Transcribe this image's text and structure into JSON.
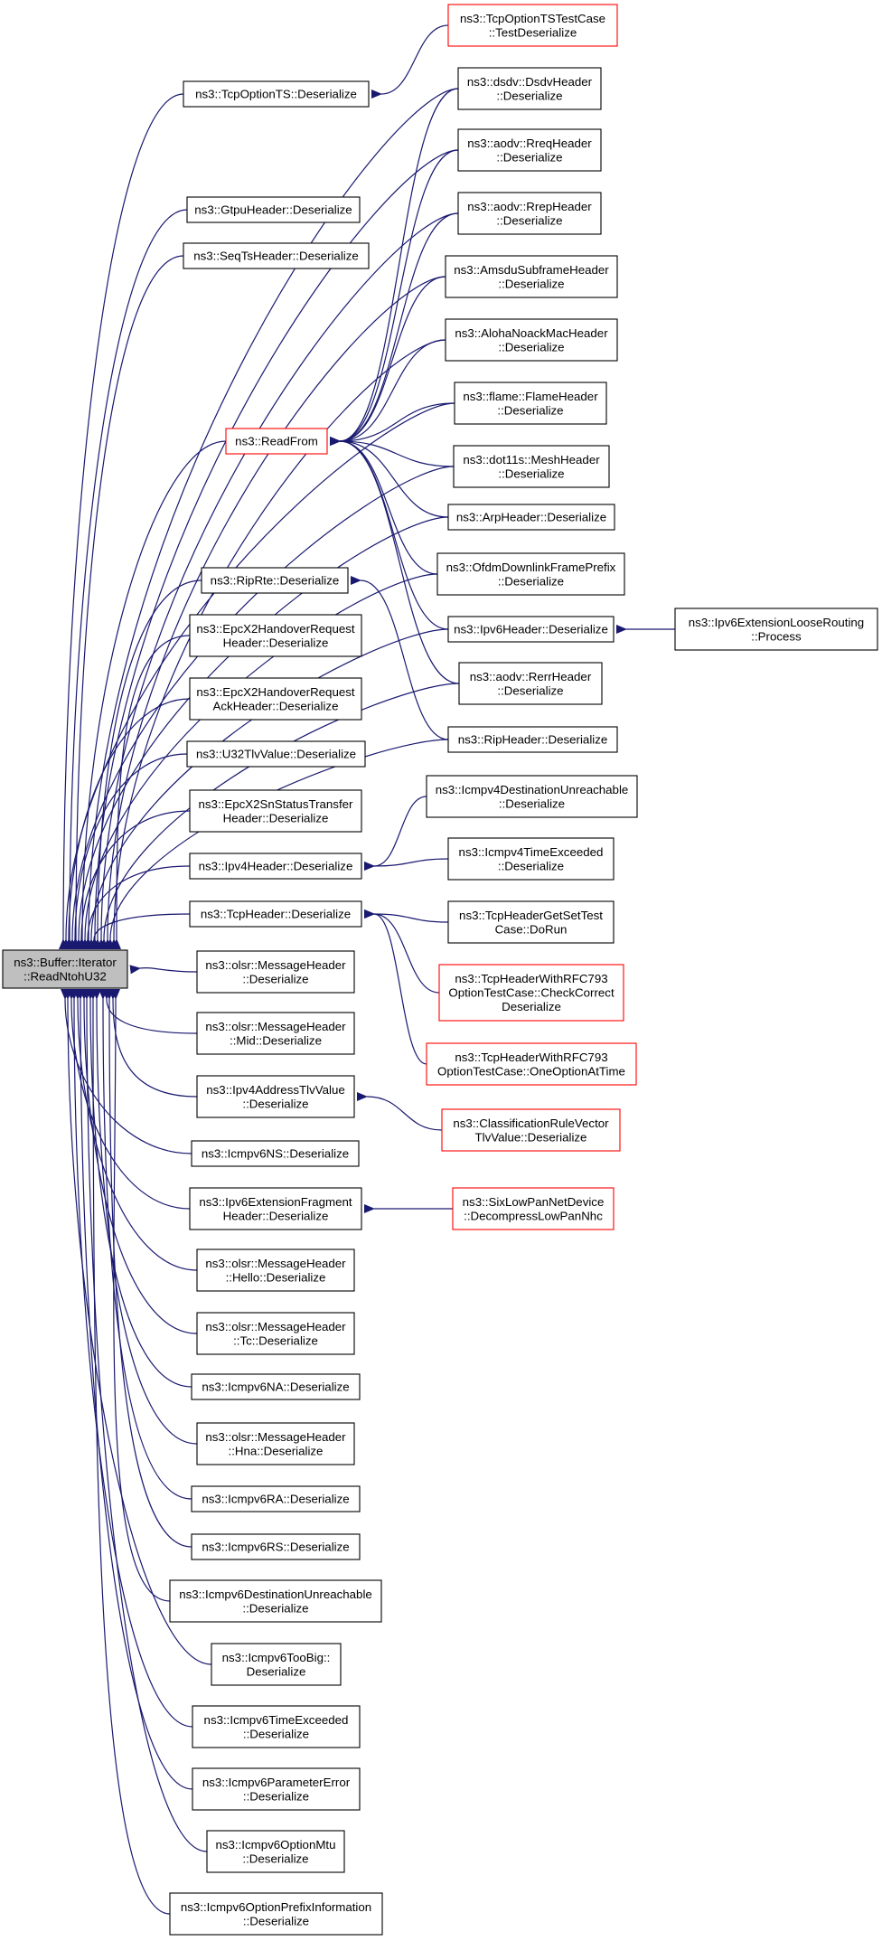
{
  "nodes": {
    "root": [
      "ns3::Buffer::Iterator",
      "::ReadNtohU32"
    ],
    "tcpts": [
      "ns3::TcpOptionTS::Deserialize"
    ],
    "tcptstest": [
      "ns3::TcpOptionTSTestCase",
      "::TestDeserialize"
    ],
    "gtpu": [
      "ns3::GtpuHeader::Deserialize"
    ],
    "seqts": [
      "ns3::SeqTsHeader::Deserialize"
    ],
    "readfrom": [
      "ns3::ReadFrom"
    ],
    "dsdv": [
      "ns3::dsdv::DsdvHeader",
      "::Deserialize"
    ],
    "rreq": [
      "ns3::aodv::RreqHeader",
      "::Deserialize"
    ],
    "rrep": [
      "ns3::aodv::RrepHeader",
      "::Deserialize"
    ],
    "amsdu": [
      "ns3::AmsduSubframeHeader",
      "::Deserialize"
    ],
    "aloha": [
      "ns3::AlohaNoackMacHeader",
      "::Deserialize"
    ],
    "flame": [
      "ns3::flame::FlameHeader",
      "::Deserialize"
    ],
    "mesh": [
      "ns3::dot11s::MeshHeader",
      "::Deserialize"
    ],
    "arp": [
      "ns3::ArpHeader::Deserialize"
    ],
    "ofdm": [
      "ns3::OfdmDownlinkFramePrefix",
      "::Deserialize"
    ],
    "ipv6h": [
      "ns3::Ipv6Header::Deserialize"
    ],
    "ipv6ext": [
      "ns3::Ipv6ExtensionLooseRouting",
      "::Process"
    ],
    "riprte": [
      "ns3::RipRte::Deserialize"
    ],
    "rerr": [
      "ns3::aodv::RerrHeader",
      "::Deserialize"
    ],
    "riph": [
      "ns3::RipHeader::Deserialize"
    ],
    "epcreq": [
      "ns3::EpcX2HandoverRequest",
      "Header::Deserialize"
    ],
    "epcack": [
      "ns3::EpcX2HandoverRequest",
      "AckHeader::Deserialize"
    ],
    "u32tlv": [
      "ns3::U32TlvValue::Deserialize"
    ],
    "epcsn": [
      "ns3::EpcX2SnStatusTransfer",
      "Header::Deserialize"
    ],
    "ipv4h": [
      "ns3::Ipv4Header::Deserialize"
    ],
    "icmp4du": [
      "ns3::Icmpv4DestinationUnreachable",
      "::Deserialize"
    ],
    "icmp4te": [
      "ns3::Icmpv4TimeExceeded",
      "::Deserialize"
    ],
    "tcph": [
      "ns3::TcpHeader::Deserialize"
    ],
    "tcpgetset": [
      "ns3::TcpHeaderGetSetTest",
      "Case::DoRun"
    ],
    "tcp793a": [
      "ns3::TcpHeaderWithRFC793",
      "OptionTestCase::CheckCorrect",
      "Deserialize"
    ],
    "tcp793b": [
      "ns3::TcpHeaderWithRFC793",
      "OptionTestCase::OneOptionAtTime"
    ],
    "olsrmsg": [
      "ns3::olsr::MessageHeader",
      "::Deserialize"
    ],
    "olsrmid": [
      "ns3::olsr::MessageHeader",
      "::Mid::Deserialize"
    ],
    "ipv4addr": [
      "ns3::Ipv4AddressTlvValue",
      "::Deserialize"
    ],
    "classrule": [
      "ns3::ClassificationRuleVector",
      "TlvValue::Deserialize"
    ],
    "icmp6ns": [
      "ns3::Icmpv6NS::Deserialize"
    ],
    "ipv6frag": [
      "ns3::Ipv6ExtensionFragment",
      "Header::Deserialize"
    ],
    "sixlowpan": [
      "ns3::SixLowPanNetDevice",
      "::DecompressLowPanNhc"
    ],
    "olsrhello": [
      "ns3::olsr::MessageHeader",
      "::Hello::Deserialize"
    ],
    "olsrtc": [
      "ns3::olsr::MessageHeader",
      "::Tc::Deserialize"
    ],
    "icmp6na": [
      "ns3::Icmpv6NA::Deserialize"
    ],
    "olsrhna": [
      "ns3::olsr::MessageHeader",
      "::Hna::Deserialize"
    ],
    "icmp6ra": [
      "ns3::Icmpv6RA::Deserialize"
    ],
    "icmp6rs": [
      "ns3::Icmpv6RS::Deserialize"
    ],
    "icmp6du": [
      "ns3::Icmpv6DestinationUnreachable",
      "::Deserialize"
    ],
    "icmp6tb": [
      "ns3::Icmpv6TooBig::",
      "Deserialize"
    ],
    "icmp6te": [
      "ns3::Icmpv6TimeExceeded",
      "::Deserialize"
    ],
    "icmp6pe": [
      "ns3::Icmpv6ParameterError",
      "::Deserialize"
    ],
    "icmp6mtu": [
      "ns3::Icmpv6OptionMtu",
      "::Deserialize"
    ],
    "icmp6pi": [
      "ns3::Icmpv6OptionPrefixInformation",
      "::Deserialize"
    ]
  },
  "colors": {
    "edge": "#191970",
    "border": "#000000",
    "highlight_border": "#ff0000",
    "root_fill": "#bfbfbf"
  }
}
